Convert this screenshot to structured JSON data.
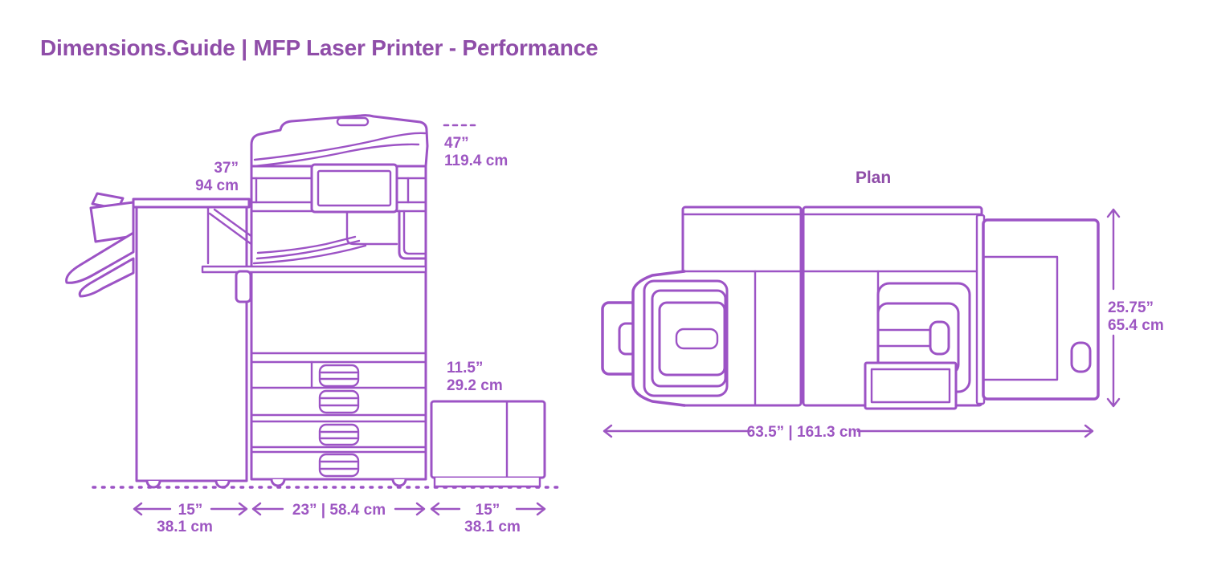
{
  "header": {
    "title": "Dimensions.Guide | MFP Laser Printer - Performance"
  },
  "front_view": {
    "dims": {
      "height_main": {
        "in": "37”",
        "cm": "94 cm"
      },
      "height_total": {
        "in": "47”",
        "cm": "119.4 cm"
      },
      "height_side_unit": {
        "in": "11.5”",
        "cm": "29.2 cm"
      },
      "width_finisher": {
        "in": "15”",
        "cm": "38.1 cm"
      },
      "width_body": {
        "combined": "23” | 58.4 cm"
      },
      "width_side_unit": {
        "in": "15”",
        "cm": "38.1 cm"
      }
    }
  },
  "plan_view": {
    "label": "Plan",
    "dims": {
      "depth": {
        "in": "25.75”",
        "cm": "65.4 cm"
      },
      "width": {
        "combined": "63.5” | 161.3 cm"
      }
    }
  },
  "colors": {
    "line": "#9c53c5",
    "title": "#8f4da8",
    "dimension_text": "#9d56c2",
    "background": "#ffffff"
  }
}
